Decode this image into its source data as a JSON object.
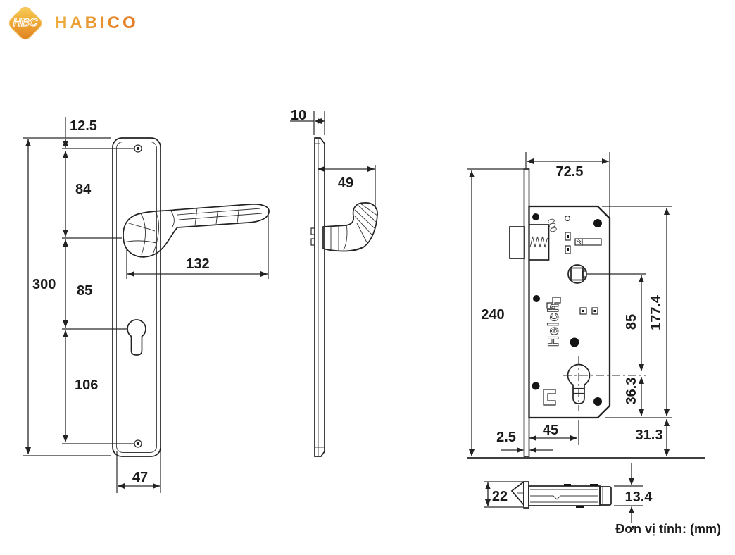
{
  "brand": {
    "monogram": "HBC",
    "name": "HABICO"
  },
  "unit_note": "Đơn vị tính: (mm)",
  "lock_body_engraving": "Helch",
  "dimensions": {
    "front_view": {
      "plate_top_to_screw": "12.5",
      "screw_to_handle_axis": "84",
      "plate_height": "300",
      "handle_axis_to_cylinder": "85",
      "cylinder_to_bottom_screw": "106",
      "handle_length": "132",
      "plate_width": "47"
    },
    "side_view": {
      "plate_thickness": "10",
      "handle_depth": "49"
    },
    "lock_body_view": {
      "body_width": "72.5",
      "faceplate_height": "240",
      "body_height": "177.4",
      "follower_to_cylinder": "85",
      "cylinder_to_body_bottom": "36.3",
      "backset": "45",
      "faceplate_thickness": "2.5",
      "bottom_margin": "31.3"
    },
    "latch_view": {
      "faceplate_width": "22",
      "bolt_height": "13.4"
    }
  },
  "colors": {
    "line": "#222222",
    "brand_gold": "#f2b43c",
    "brand_orange": "#e07a22"
  }
}
